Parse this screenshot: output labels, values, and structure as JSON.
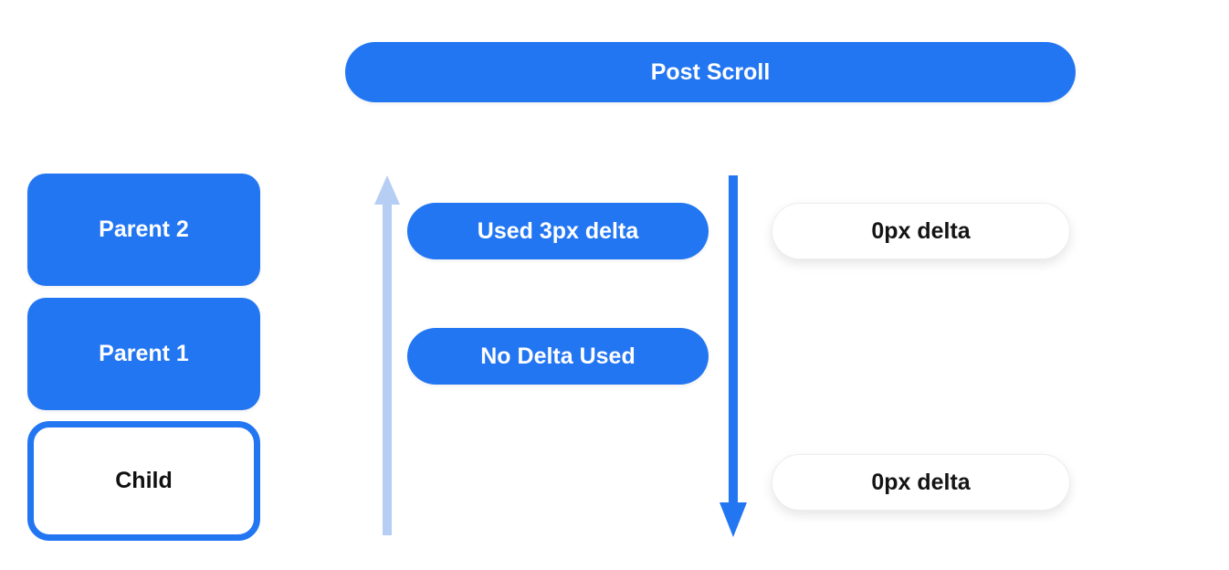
{
  "header": {
    "title": "Post Scroll"
  },
  "left_stack": {
    "items": [
      {
        "label": "Parent 2",
        "variant": "filled"
      },
      {
        "label": "Parent 1",
        "variant": "filled"
      },
      {
        "label": "Child",
        "variant": "outlined"
      }
    ]
  },
  "middle": {
    "used_delta_label": "Used 3px delta",
    "no_delta_label": "No Delta Used"
  },
  "right": {
    "top_delta_label": "0px delta",
    "bottom_delta_label": "0px delta"
  },
  "icons": {
    "up_arrow": "up-arrow-icon",
    "down_arrow": "down-arrow-icon"
  },
  "colors": {
    "blue": "#2376f2",
    "light_blue": "#b6cdf4",
    "text_dark": "#141414",
    "background": "#ffffff"
  }
}
